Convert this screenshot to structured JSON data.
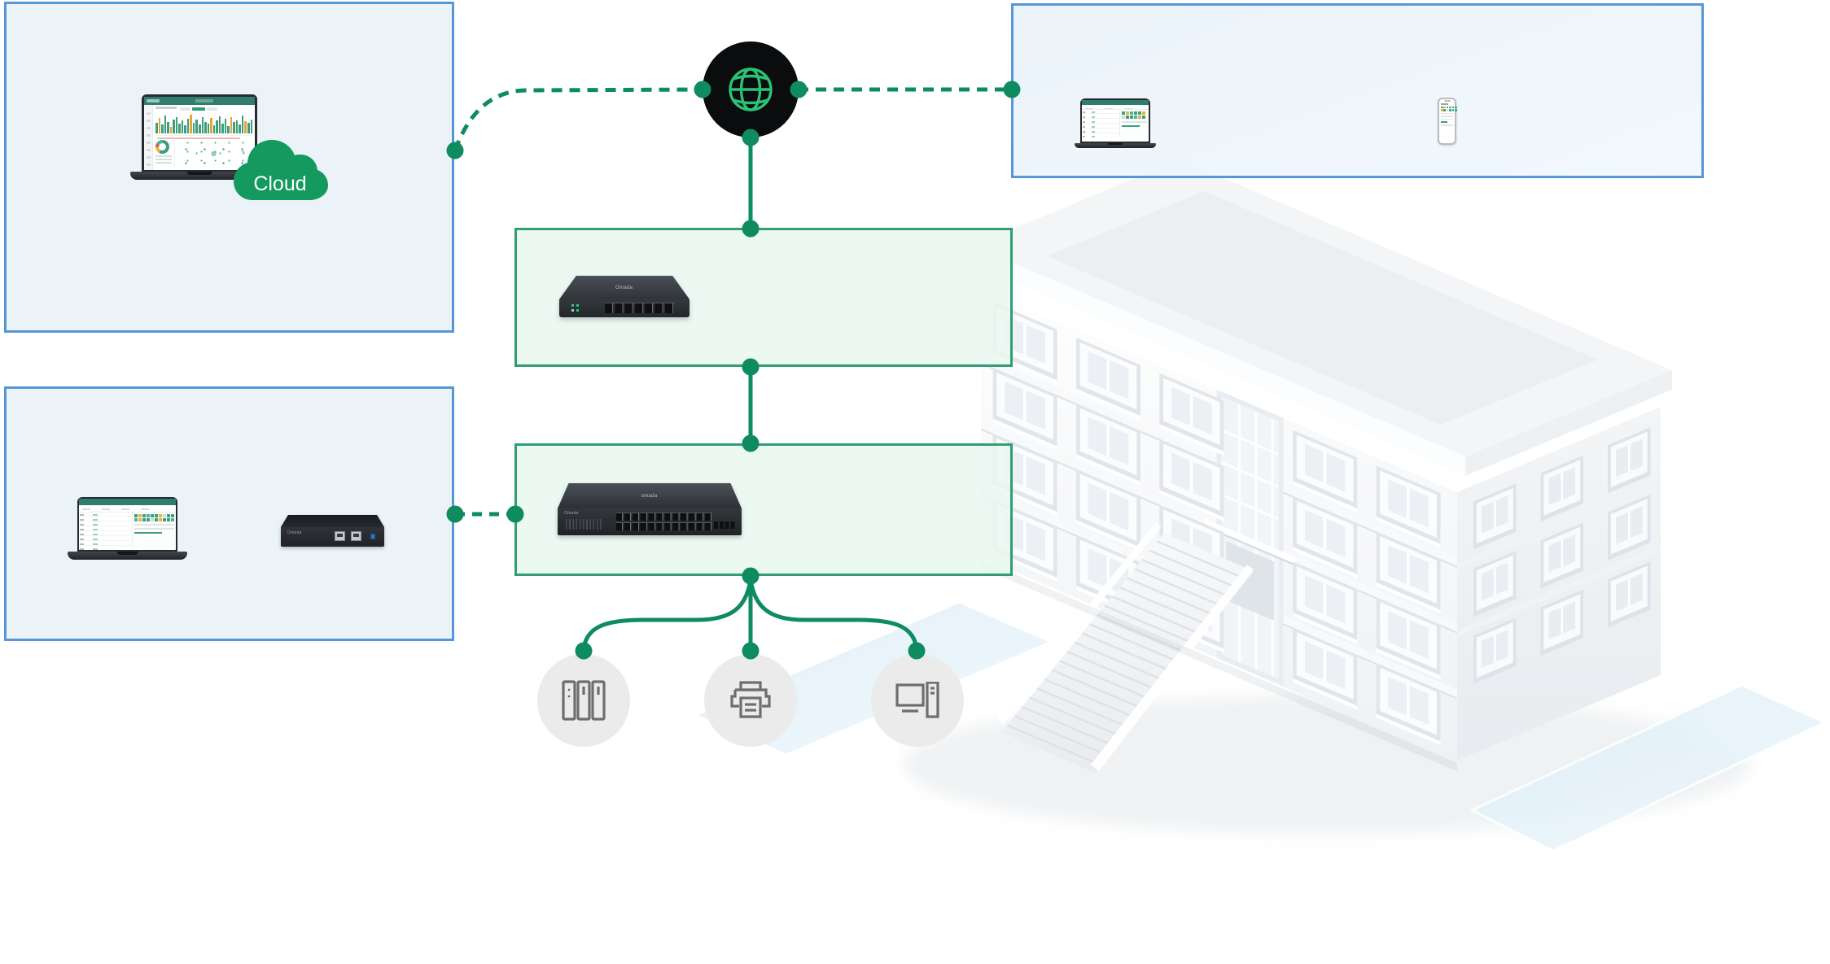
{
  "colors": {
    "line_green": "#0E8B5F",
    "globe_green": "#2AC276",
    "cloud_green": "#14995F",
    "blue_border": "#5796D7",
    "blue_fill": "#EAF2F9",
    "green_border": "#2F9E74",
    "circle_fill": "#EBEBEB",
    "icon_gray": "#6E6E6E",
    "ui_teal": "#2E7D6E",
    "bar_green": "#3F9E7A",
    "bar_orange": "#E8A33D"
  },
  "cloud": {
    "label": "Cloud"
  },
  "devices": {
    "gateway": {
      "brand": "Omada"
    },
    "switch_top": {
      "brand": "omada"
    },
    "switch_front": {
      "brand": "Omada"
    },
    "controller": {
      "brand": "Omada"
    }
  },
  "icons": {
    "internet": "globe-icon",
    "cloud": "cloud-icon",
    "storage": "server-cabinet-icon",
    "printer": "printer-icon",
    "workstation": "desktop-pc-icon"
  },
  "minicharts": {
    "bar_heights": [
      55,
      80,
      45,
      90,
      60,
      35,
      70,
      85,
      50,
      65,
      40,
      75,
      95,
      55,
      70,
      45,
      85,
      60,
      50,
      78,
      42,
      66,
      88,
      52,
      74,
      38,
      82,
      58,
      68,
      47,
      90,
      62,
      55,
      72
    ],
    "accent_indices": [
      1,
      5,
      12,
      19,
      26,
      31
    ],
    "tile_colors": {
      "g": "#3F9E7A",
      "y": "#E3B63E",
      "t": "#49B596",
      "l": "#BFE3D4",
      "e": "#E8EBED"
    },
    "laptop_left_tiles": [
      "g",
      "y",
      "g",
      "t",
      "g",
      "g",
      "y",
      "l",
      "g",
      "g",
      "t",
      "y",
      "g",
      "g",
      "l",
      "g",
      "y",
      "g",
      "g",
      "t"
    ],
    "laptop_right_tiles": [
      "g",
      "y",
      "t",
      "g",
      "g",
      "y",
      "l",
      "g",
      "g",
      "t",
      "y",
      "g"
    ],
    "phone_tiles": [
      "g",
      "y",
      "g",
      "t",
      "g",
      "g",
      "y",
      "g",
      "l",
      "g",
      "t",
      "g"
    ]
  }
}
